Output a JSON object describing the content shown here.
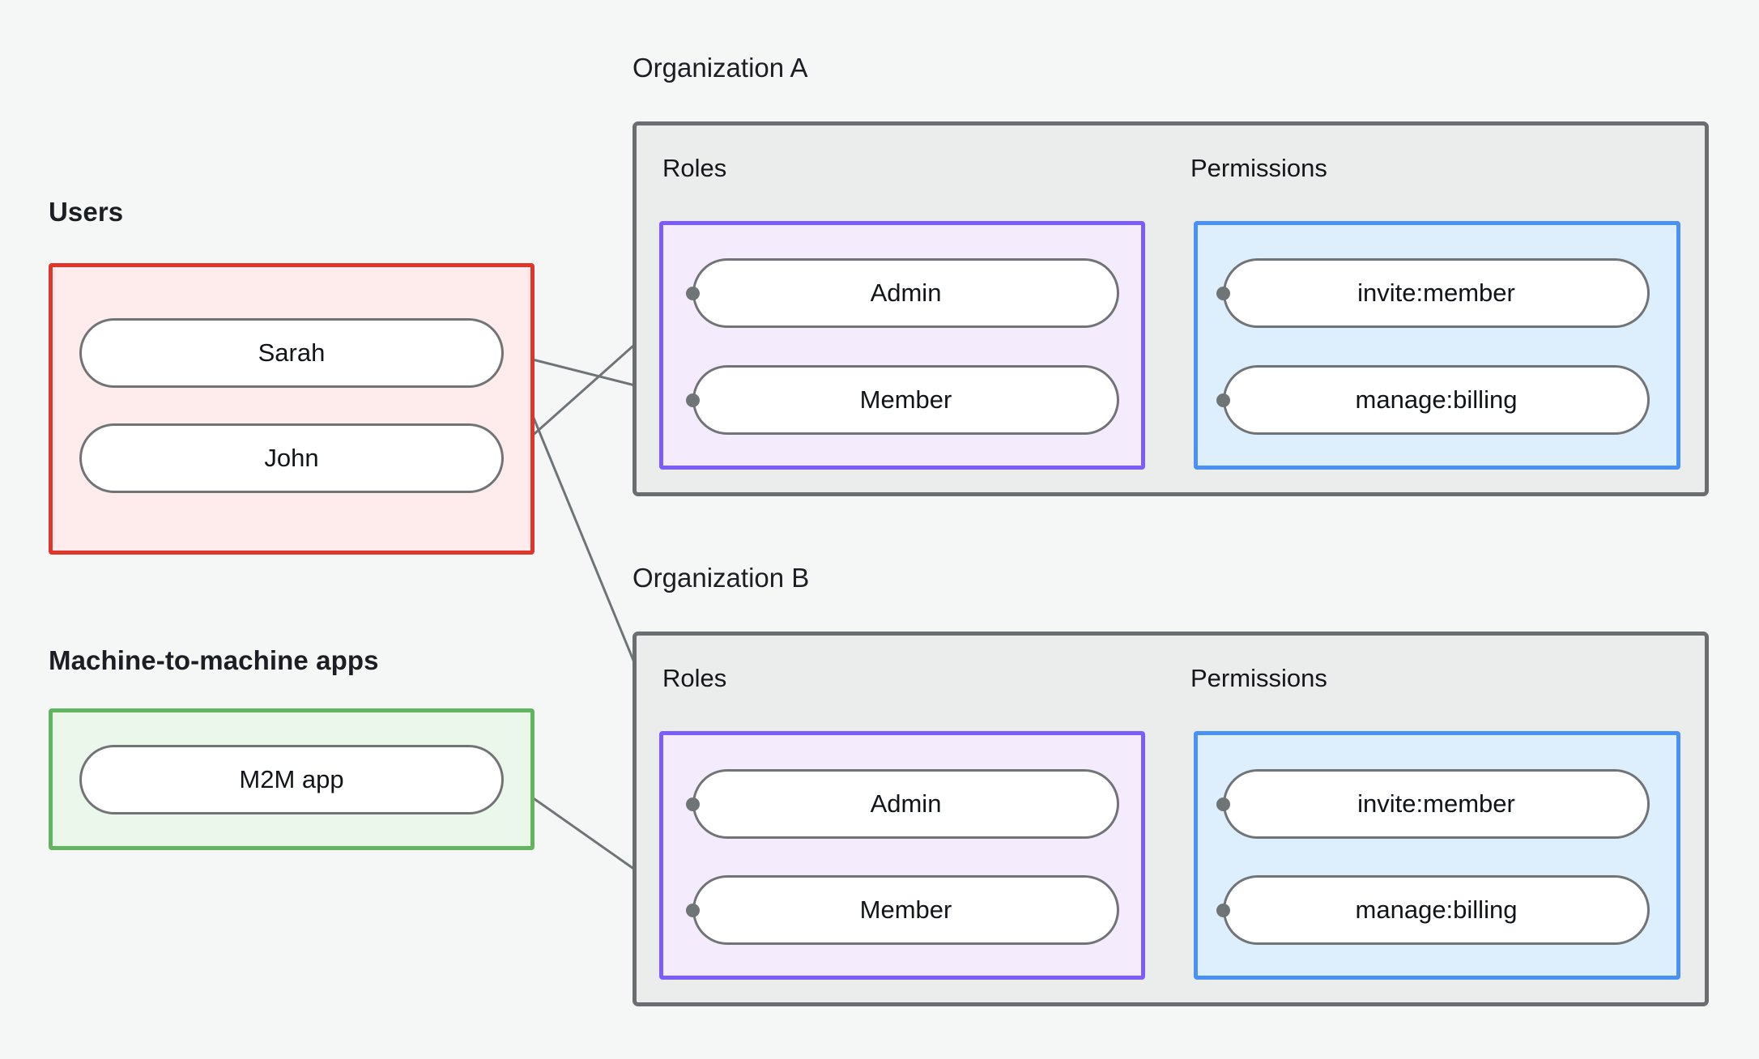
{
  "background_color": "#f5f7f6",
  "palette": {
    "users_border": "#e0352b",
    "users_fill": "#fdeceb",
    "m2m_border": "#62b45f",
    "m2m_fill": "#eaf7ea",
    "org_border": "#6a6e71",
    "org_fill": "#ebecec",
    "roles_border": "#7c5cfa",
    "roles_fill": "#f4ecfd",
    "permissions_border": "#4a91f5",
    "permissions_fill": "#ddeefd",
    "node_border": "#717476",
    "node_fill": "#ffffff",
    "edge_color": "#6f7477"
  },
  "left_column": {
    "users": {
      "caption": "Users",
      "nodes": [
        {
          "id": "sarah",
          "label": "Sarah"
        },
        {
          "id": "john",
          "label": "John"
        }
      ]
    },
    "machines": {
      "caption": "Machine-to-machine apps",
      "nodes": [
        {
          "id": "m2m",
          "label": "M2M app"
        }
      ]
    }
  },
  "organizations": [
    {
      "id": "org-a",
      "title": "Organization A",
      "roles_label": "Roles",
      "permissions_label": "Permissions",
      "roles": [
        {
          "id": "org-a-admin",
          "label": "Admin"
        },
        {
          "id": "org-a-member",
          "label": "Member"
        }
      ],
      "permissions": [
        {
          "id": "org-a-invite",
          "label": "invite:member"
        },
        {
          "id": "org-a-billing",
          "label": "manage:billing"
        }
      ]
    },
    {
      "id": "org-b",
      "title": "Organization B",
      "roles_label": "Roles",
      "permissions_label": "Permissions",
      "roles": [
        {
          "id": "org-b-admin",
          "label": "Admin"
        },
        {
          "id": "org-b-member",
          "label": "Member"
        }
      ],
      "permissions": [
        {
          "id": "org-b-invite",
          "label": "invite:member"
        },
        {
          "id": "org-b-billing",
          "label": "manage:billing"
        }
      ]
    }
  ],
  "edges": [
    {
      "from": "john",
      "to": "org-a-admin"
    },
    {
      "from": "sarah",
      "to": "org-a-member"
    },
    {
      "from": "sarah",
      "to": "org-b-admin"
    },
    {
      "from": "m2m",
      "to": "org-b-member"
    },
    {
      "from": "org-a-admin",
      "to": "org-a-invite"
    },
    {
      "from": "org-a-admin",
      "to": "org-a-billing"
    },
    {
      "from": "org-a-member",
      "to": "org-a-billing"
    },
    {
      "from": "org-b-admin",
      "to": "org-b-invite"
    },
    {
      "from": "org-b-admin",
      "to": "org-b-billing"
    },
    {
      "from": "org-b-member",
      "to": "org-b-billing"
    }
  ]
}
